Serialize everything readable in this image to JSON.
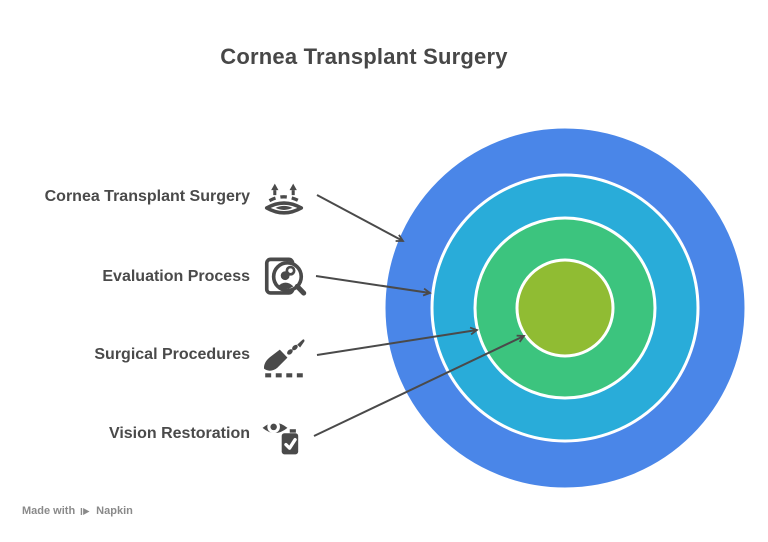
{
  "title": "Cornea Transplant Surgery",
  "labels": [
    {
      "text": "Cornea Transplant Surgery",
      "icon": "eye-transplant-icon"
    },
    {
      "text": "Evaluation Process",
      "icon": "evaluation-search-icon"
    },
    {
      "text": "Surgical Procedures",
      "icon": "scalpel-icon"
    },
    {
      "text": "Vision Restoration",
      "icon": "vision-check-icon"
    }
  ],
  "diagram": {
    "type": "concentric-onion",
    "rings": [
      {
        "label": "Cornea Transplant Surgery",
        "color": "#4a86e8"
      },
      {
        "label": "Evaluation Process",
        "color": "#29acd9"
      },
      {
        "label": "Surgical Procedures",
        "color": "#3cc47e"
      },
      {
        "label": "Vision Restoration",
        "color": "#90bc33"
      }
    ],
    "ring_border_color": "#ffffff",
    "arrow_color": "#4a4a4a"
  },
  "watermark": {
    "prefix": "Made with",
    "brand": "Napkin"
  }
}
